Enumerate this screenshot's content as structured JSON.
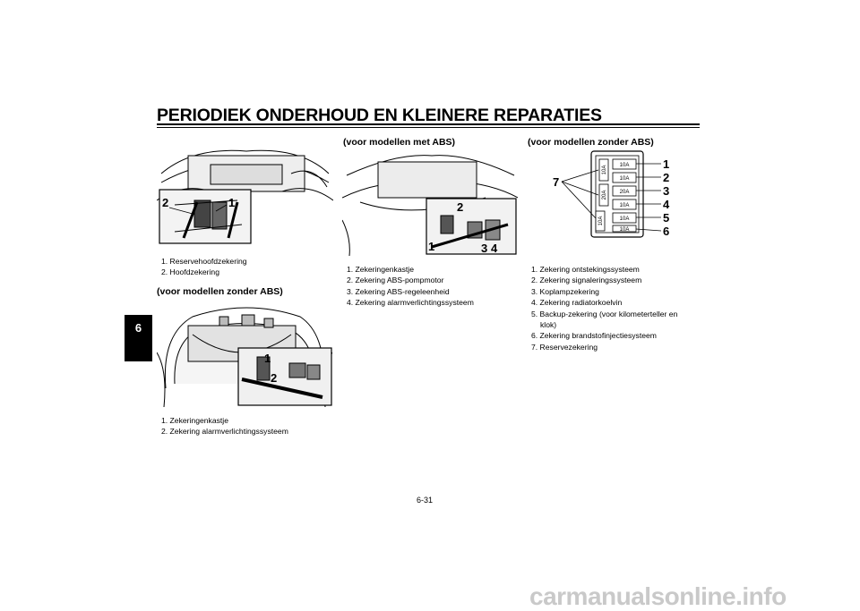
{
  "page": {
    "title": "PERIODIEK ONDERHOUD EN KLEINERE REPARATIES",
    "chapter_tab": "6",
    "page_number": "6-31",
    "footer": "carmanualsonline.info"
  },
  "section1": {
    "callouts": [
      "2",
      "1"
    ],
    "caption": [
      "1. Reservehoofdzekering",
      "2. Hoofdzekering"
    ]
  },
  "section2": {
    "heading": "(voor modellen zonder ABS)",
    "callouts": [
      "1",
      "2"
    ],
    "caption": [
      "1. Zekeringenkastje",
      "2. Zekering alarmverlichtingssysteem"
    ]
  },
  "section3": {
    "heading": "(voor modellen met ABS)",
    "callouts": [
      "2",
      "1",
      "3",
      "4"
    ],
    "caption": [
      "1. Zekeringenkastje",
      "2. Zekering ABS-pompmotor",
      "3. Zekering ABS-regeleenheid",
      "4. Zekering alarmverlichtingssysteem"
    ]
  },
  "section4": {
    "heading": "(voor modellen zonder ABS)",
    "callouts": [
      "1",
      "2",
      "3",
      "4",
      "5",
      "6",
      "7"
    ],
    "fuse_labels": [
      "10A",
      "10A",
      "20A",
      "10A",
      "10A",
      "10A"
    ],
    "spare_labels": [
      "10A",
      "20A",
      "10A"
    ],
    "caption": [
      "1. Zekering ontstekingssysteem",
      "2. Zekering signaleringssysteem",
      "3. Koplampzekering",
      "4. Zekering radiatorkoelvin",
      "5. Backup-zekering (voor kilometerteller en klok)",
      "6. Zekering brandstofinjectiesysteem",
      "7. Reservezekering"
    ]
  }
}
